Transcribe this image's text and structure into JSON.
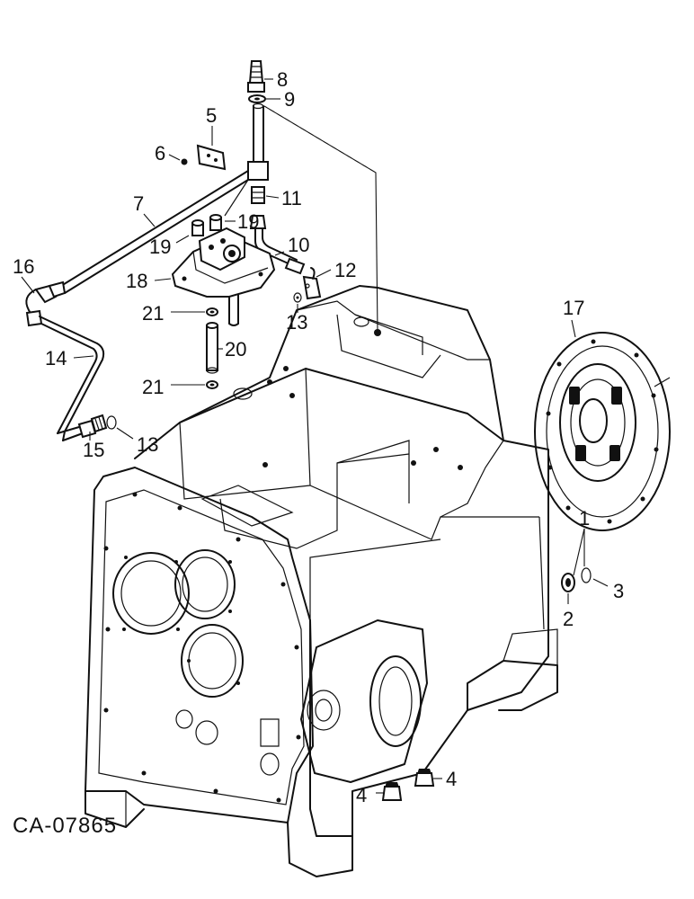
{
  "figure_id": "CA-07865",
  "callouts": {
    "c1": "1",
    "c2": "2",
    "c3": "3",
    "c4a": "4",
    "c4b": "4",
    "c5": "5",
    "c6": "6",
    "c7": "7",
    "c8": "8",
    "c9": "9",
    "c10": "10",
    "c11": "11",
    "c12": "12",
    "c13a": "13",
    "c13b": "13",
    "c14": "14",
    "c15": "15",
    "c16": "16",
    "c17": "17",
    "c18": "18",
    "c19a": "19",
    "c19b": "19",
    "c20": "20",
    "c21a": "21",
    "c21b": "21"
  }
}
